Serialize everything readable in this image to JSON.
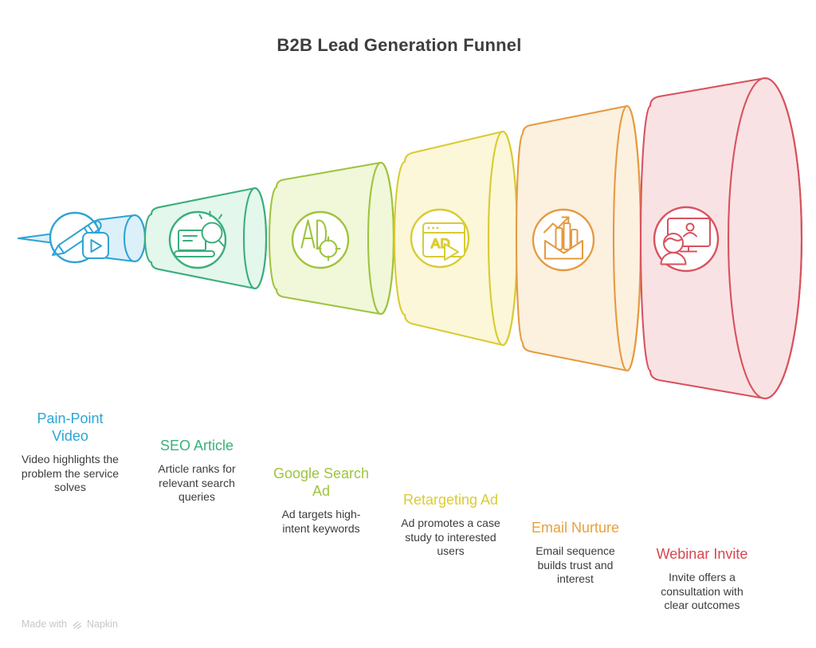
{
  "title": "B2B Lead Generation Funnel",
  "stages": [
    {
      "name": "Pain-Point Video",
      "description": "Video highlights the problem the service solves",
      "color": "#2FA3D4",
      "fill": "#DCF0FA",
      "icon": "pencil-video-icon"
    },
    {
      "name": "SEO Article",
      "description": "Article ranks for relevant search queries",
      "color": "#3BAE7B",
      "fill": "#E4F7EC",
      "icon": "laptop-search-icon"
    },
    {
      "name": "Google Search Ad",
      "description": "Ad targets high-intent keywords",
      "color": "#9EC43F",
      "fill": "#F1F7D9",
      "icon": "ad-target-icon"
    },
    {
      "name": "Retargeting Ad",
      "description": "Ad promotes a case study to interested users",
      "color": "#D9CB32",
      "fill": "#FBF7D8",
      "icon": "ad-browser-icon"
    },
    {
      "name": "Email Nurture",
      "description": "Email sequence builds trust and interest",
      "color": "#E59A40",
      "fill": "#FCF0DF",
      "icon": "email-chart-icon"
    },
    {
      "name": "Webinar Invite",
      "description": "Invite offers a consultation with clear outcomes",
      "color": "#D8525E",
      "fill": "#F9E2E4",
      "icon": "webinar-presentation-icon"
    }
  ],
  "icon_labels": {
    "ad": "AD"
  },
  "watermark": {
    "text": "Made with",
    "brand": "Napkin"
  }
}
